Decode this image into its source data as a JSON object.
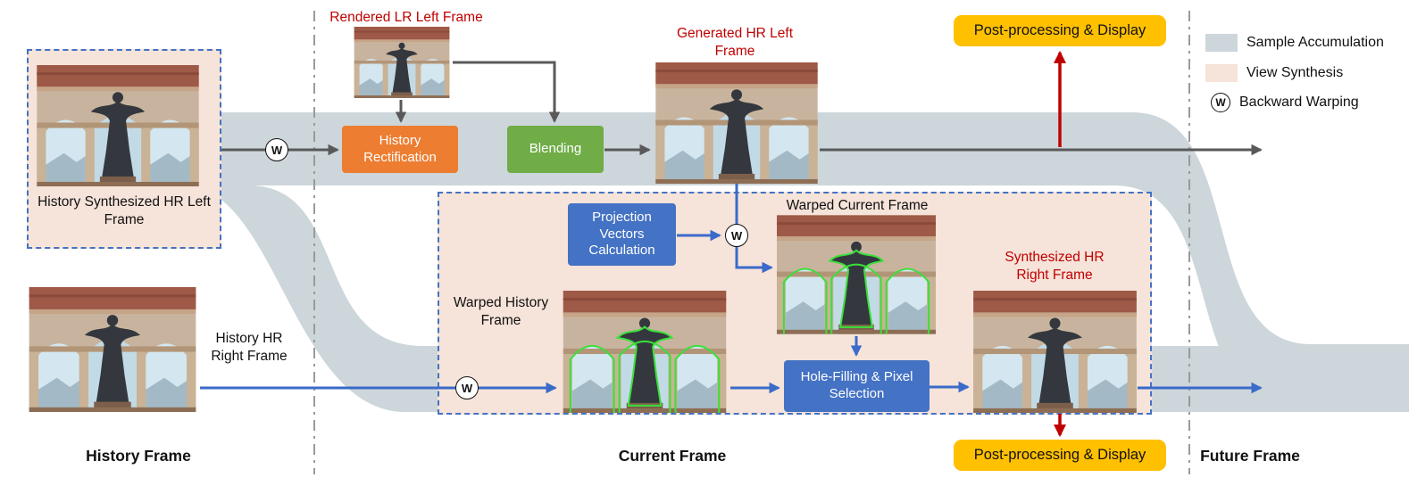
{
  "sections": {
    "history": "History Frame",
    "current": "Current Frame",
    "future": "Future Frame"
  },
  "labels": {
    "history_synth": "History Synthesized HR Left Frame",
    "history_right": "History HR Right Frame",
    "rendered_lr": "Rendered LR Left Frame",
    "generated_hr": "Generated HR Left Frame",
    "warped_current": "Warped Current Frame",
    "warped_history": "Warped History Frame",
    "synthesized_hr": "Synthesized HR Right Frame"
  },
  "process": {
    "history_rectification": "History Rectification",
    "blending": "Blending",
    "projection_vectors": "Projection Vectors Calculation",
    "hole_filling": "Hole-Filling & Pixel Selection",
    "post_processing_top": "Post-processing & Display",
    "post_processing_bottom": "Post-processing & Display"
  },
  "legend": {
    "sample_accumulation": "Sample Accumulation",
    "view_synthesis": "View Synthesis",
    "backward_warping": "Backward Warping"
  },
  "symbols": {
    "warp": "W"
  },
  "colors": {
    "sample_accumulation_band": "#cdd6da",
    "view_synthesis_fill": "#f6e3d9",
    "panel_border": "#4472C4",
    "orange_box": "#ED7D31",
    "green_box": "#70AD47",
    "blue_box": "#4472C4",
    "yellow_box": "#FFC000",
    "red_text": "#C00000",
    "gray_arrow": "#595959",
    "blue_arrow": "#3A6BC9",
    "red_arrow": "#C00000"
  }
}
